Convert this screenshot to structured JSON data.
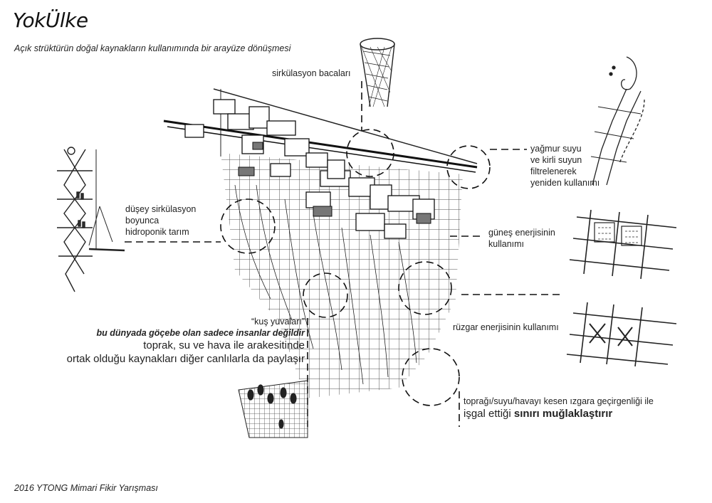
{
  "header": {
    "title": "YokÜlke",
    "subtitle": "Açık strüktürün doğal kaynakların kullanımında bir arayüze dönüşmesi"
  },
  "footer": {
    "text": "2016 YTONG Mimari Fikir Yarışması"
  },
  "annotations": {
    "chimneys": "sirkülasyon bacaları",
    "rainwater": [
      "yağmur suyu",
      "ve kirli suyun",
      "filtrelenerek",
      "yeniden kullanımı"
    ],
    "hydroponic": [
      "düşey sirkülasyon",
      "boyunca",
      "hidroponik tarım"
    ],
    "solar": [
      "güneş enerjisinin",
      "kullanımı"
    ],
    "wind": "rüzgar enerjisinin kullanımı",
    "bird_nests": {
      "quote": "“kuş yuvaları”",
      "line1": "bu dünyada göçebe olan sadece insanlar değildir",
      "line2": "toprak, su ve hava ile arakesitinde",
      "line3": "ortak olduğu kaynakları diğer canlılarla da paylaşır"
    },
    "grid": {
      "line1": "toprağı/suyu/havayı kesen ızgara geçirgenliği ile",
      "line2_normal": "işgal ettiği ",
      "line2_bold": "sınırı muğlaklaştırır"
    }
  },
  "sketch_icons": [
    "chimney-sketch",
    "rain-gutter-sketch",
    "hydroponic-tower-sketch",
    "solar-grid-sketch",
    "wind-grid-sketch",
    "birds-on-grid-sketch",
    "main-structure-sketch"
  ]
}
